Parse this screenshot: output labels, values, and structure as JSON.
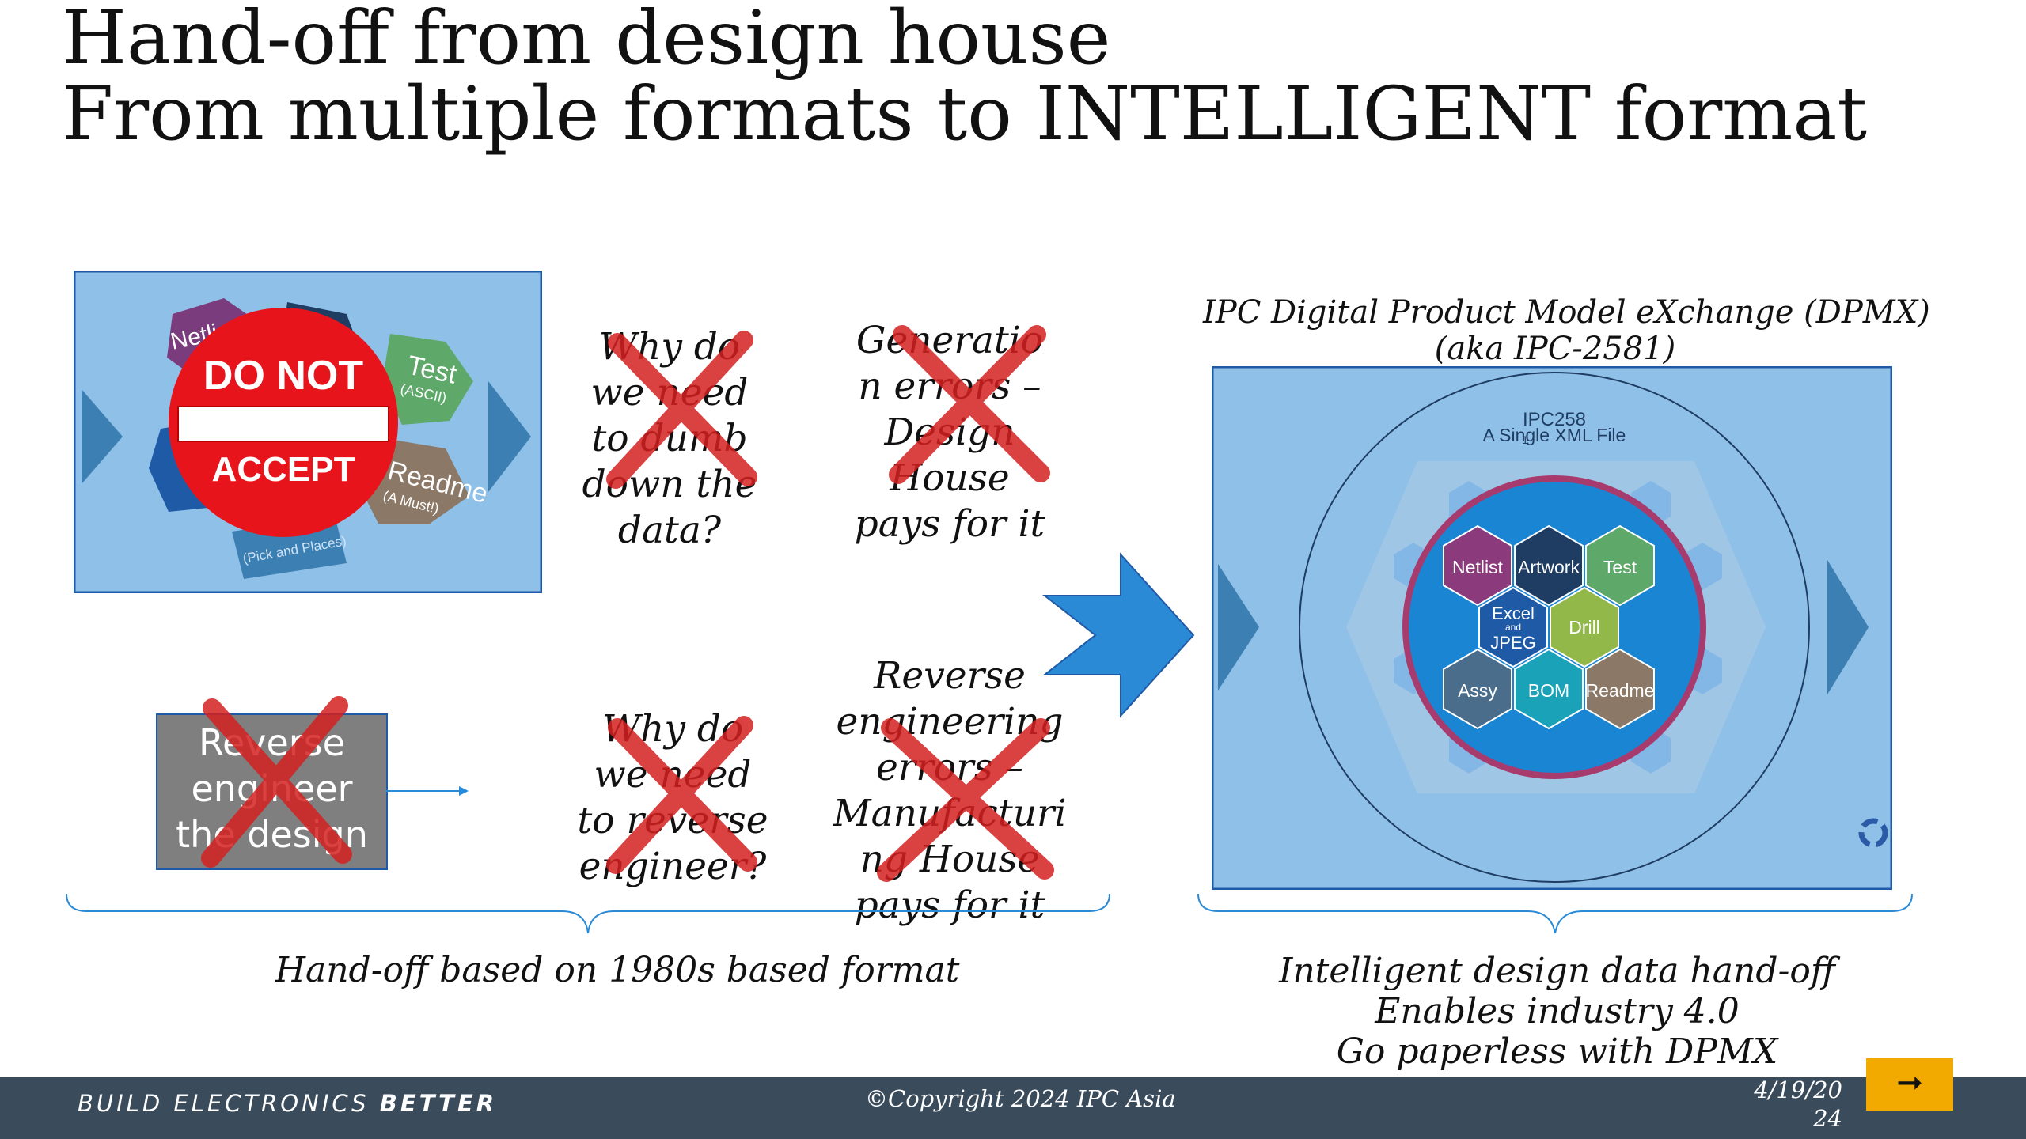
{
  "title": {
    "line1": "Hand-off from design house",
    "line2": "From multiple formats to INTELLIGENT format"
  },
  "legacy_graphic": {
    "sign_top": "DO NOT",
    "sign_bottom": "ACCEPT",
    "tiles": [
      "Netlist",
      "Test",
      "(ASCII)",
      "Readme",
      "(A Must!)",
      "(Pick and Places)"
    ]
  },
  "reverse_box": {
    "lines": [
      "Reverse",
      "engineer",
      "the design"
    ]
  },
  "questions": {
    "q1": [
      "Why do",
      "we need",
      "to dumb",
      "down the",
      "data?"
    ],
    "q2": [
      "Generatio",
      "n errors –",
      "Design",
      "House",
      "pays for it"
    ],
    "q3": [
      "Why do",
      "we need",
      "to reverse",
      "engineer?"
    ],
    "q4": [
      "Reverse",
      "engineering",
      "errors –",
      "Manufacturi",
      "ng House",
      "pays for it"
    ]
  },
  "dpmx": {
    "heading_line1": "IPC Digital Product Model eXchange (DPMX)",
    "heading_line2": "(aka IPC-2581)",
    "inner_label": "IPC258",
    "inner_label2": "1",
    "inner_sub": "A Single XML File",
    "cells": [
      "Netlist",
      "Artwork",
      "Test",
      "Excel",
      "and",
      "JPEG",
      "Drill",
      "Assy",
      "BOM",
      "Readme"
    ]
  },
  "captions": {
    "left": "Hand-off based on 1980s based format",
    "right": [
      "Intelligent design data hand-off",
      "Enables industry 4.0",
      "Go paperless with DPMX"
    ]
  },
  "footer": {
    "brand_prefix": "BUILD ELECTRONICS ",
    "brand_bold": "BETTER",
    "copyright": "©Copyright 2024 IPC Asia",
    "date_line1": "4/19/20",
    "date_line2": "24",
    "next_icon": "right-arrow-icon",
    "next_glyph": "➞"
  },
  "colors": {
    "panel_fill": "#8fc0e8",
    "panel_border": "#1f5aa6",
    "sign_red": "#e8141b",
    "cross_red": "#d42020",
    "arrow_blue": "#2b8ad6",
    "footer_bar": "#3a4b5c",
    "next_button": "#f2a900"
  }
}
